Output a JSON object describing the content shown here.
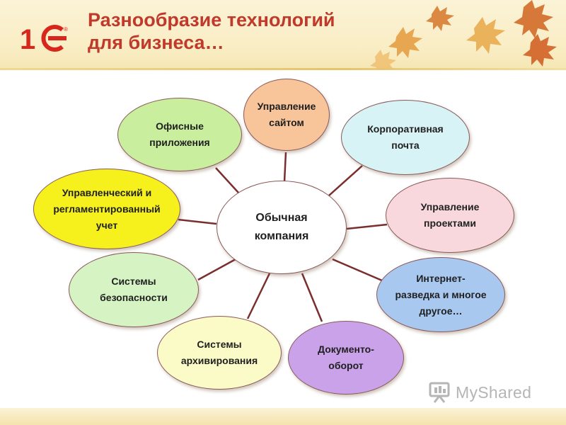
{
  "header": {
    "title_line1": "Разнообразие технологий",
    "title_line2": "для бизнеса…",
    "logo_text": "1С"
  },
  "center": {
    "label": "Обычная\nкомпания"
  },
  "nodes": [
    {
      "id": "site",
      "label": "Управление\nсайтом",
      "color": "#f8c49a"
    },
    {
      "id": "mail",
      "label": "Корпоративная\nпочта",
      "color": "#d8f3f6"
    },
    {
      "id": "projects",
      "label": "Управление\nпроектами",
      "color": "#f8d8dc"
    },
    {
      "id": "internet",
      "label": "Интернет-\nразведка и многое\nдругое…",
      "color": "#a8c8f0"
    },
    {
      "id": "docflow",
      "label": "Документо-\nоборот",
      "color": "#caa2ea"
    },
    {
      "id": "archive",
      "label": "Системы\nархивирования",
      "color": "#fbfbc8"
    },
    {
      "id": "security",
      "label": "Системы\nбезопасности",
      "color": "#d6f3c4"
    },
    {
      "id": "accounting",
      "label": "Управленческий и\nрегламентированный\nучет",
      "color": "#f6f11c"
    },
    {
      "id": "office",
      "label": "Офисные\nприложения",
      "color": "#c9ee9e"
    }
  ],
  "watermark": {
    "text": "MyShared",
    "icon": "myshared-icon"
  },
  "colors": {
    "title": "#c0392b",
    "connector": "#7a2e2e",
    "logo": "#d9261c"
  }
}
